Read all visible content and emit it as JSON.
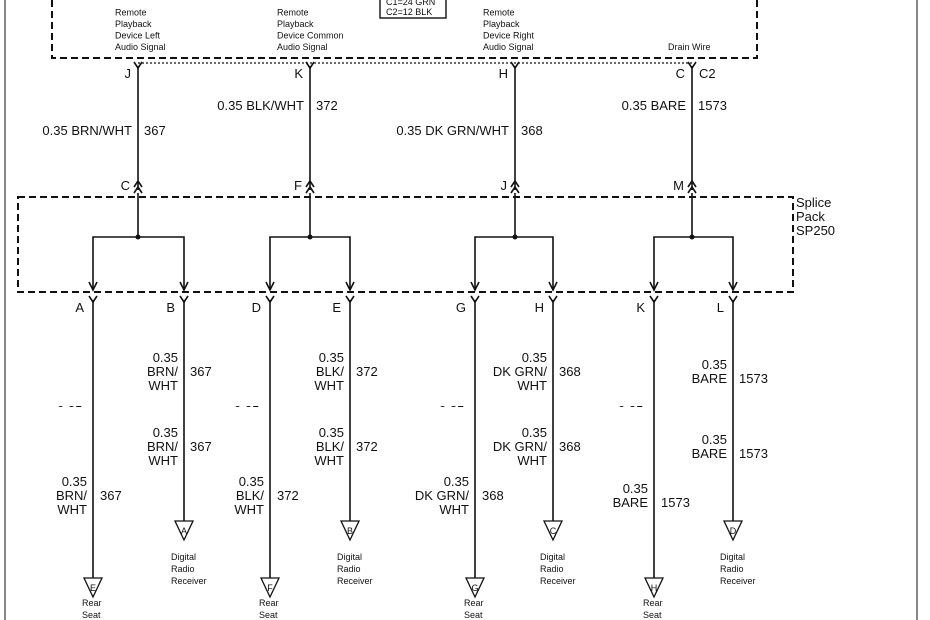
{
  "module": {
    "connector_info": [
      "C1=24 GRN",
      "C2=12 BLK"
    ],
    "signals": [
      {
        "lines": [
          "Remote",
          "Playback",
          "Device Left",
          "Audio Signal"
        ]
      },
      {
        "lines": [
          "Remote",
          "Playback",
          "Device Common",
          "Audio Signal"
        ]
      },
      {
        "lines": [
          "Remote",
          "Playback",
          "Device Right",
          "Audio Signal"
        ]
      },
      {
        "lines": [
          "Drain Wire"
        ]
      }
    ],
    "pins": [
      "J",
      "K",
      "H",
      "C"
    ],
    "connector_id": "C2"
  },
  "input_wires": [
    {
      "gauge_color": "0.35 BRN/WHT",
      "circuit": "367"
    },
    {
      "gauge_color": "0.35 BLK/WHT",
      "circuit": "372"
    },
    {
      "gauge_color": "0.35 DK GRN/WHT",
      "circuit": "368"
    },
    {
      "gauge_color": "0.35 BARE",
      "circuit": "1573"
    }
  ],
  "splice_pack": {
    "label": [
      "Splice",
      "Pack",
      "SP250"
    ],
    "input_pins": [
      "C",
      "F",
      "J",
      "M"
    ],
    "groups": [
      {
        "out": [
          "A",
          "B"
        ],
        "gauge": "0.35",
        "color": [
          "BRN/",
          "WHT"
        ],
        "circuit": "367"
      },
      {
        "out": [
          "D",
          "E"
        ],
        "gauge": "0.35",
        "color": [
          "BLK/",
          "WHT"
        ],
        "circuit": "372"
      },
      {
        "out": [
          "G",
          "H"
        ],
        "gauge": "0.35",
        "color": [
          "DK GRN/",
          "WHT"
        ],
        "circuit": "368"
      },
      {
        "out": [
          "K",
          "L"
        ],
        "gauge": "0.35",
        "color": [
          "BARE"
        ],
        "circuit": "1573"
      }
    ]
  },
  "destinations": {
    "receiver_refs": [
      "A",
      "B",
      "C",
      "D"
    ],
    "receiver_label": [
      "Digital",
      "Radio",
      "Receiver"
    ],
    "rear_seat_refs": [
      "E",
      "F",
      "G",
      "H"
    ],
    "rear_seat_label": [
      "Rear",
      "Seat"
    ]
  }
}
